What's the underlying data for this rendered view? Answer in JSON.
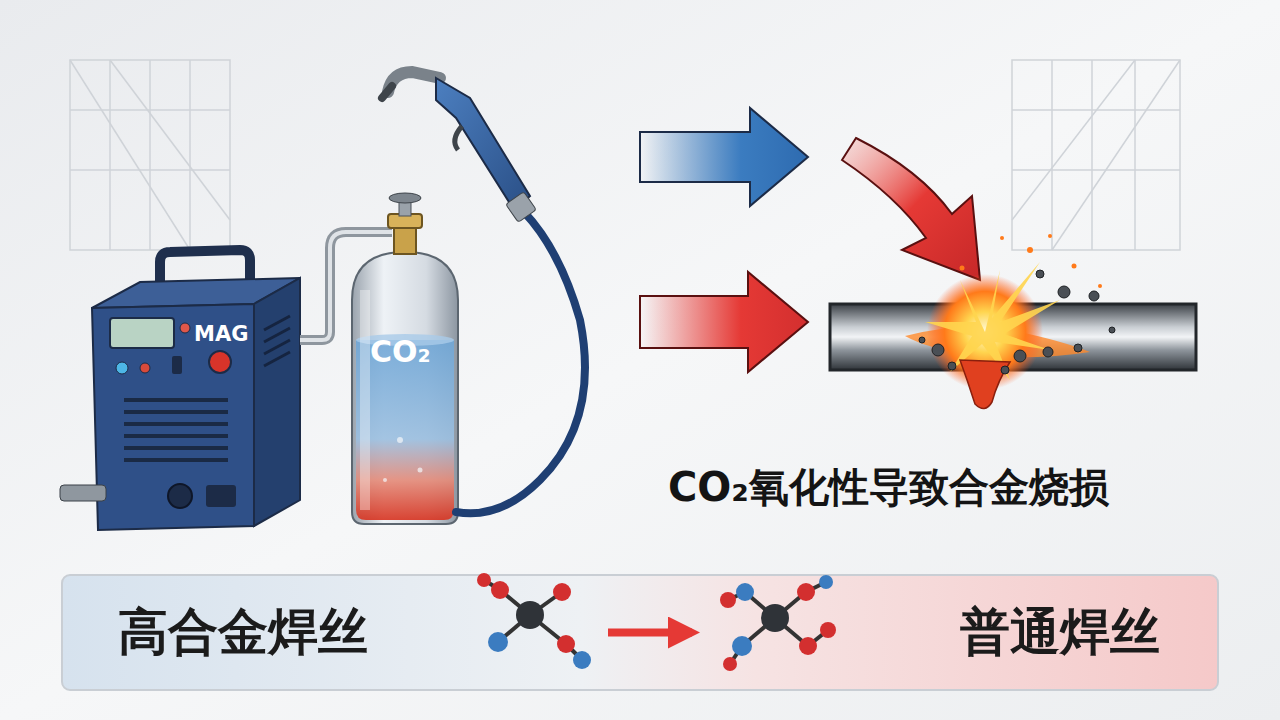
{
  "diagram": {
    "nodes": [
      {
        "text": [
          "高合金焊丝"
        ]
      },
      {
        "text": [
          "普通焊丝"
        ]
      }
    ],
    "edges": [
      {
        "from": 0,
        "to": 1,
        "arrow": "to"
      }
    ],
    "labels": [
      "MAG",
      "CO₂",
      "CO₂氧化性导致合金烧损"
    ]
  }
}
